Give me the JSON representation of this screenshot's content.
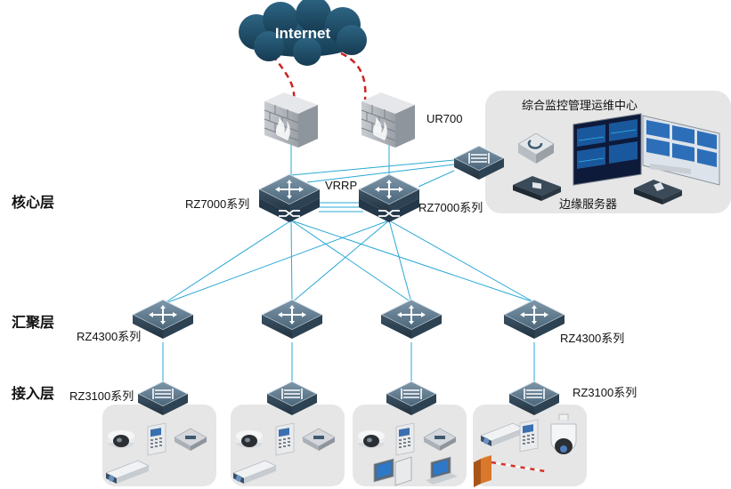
{
  "internet": {
    "label": "Internet"
  },
  "layers": {
    "core": "核心层",
    "aggregation": "汇聚层",
    "access": "接入层"
  },
  "firewall": {
    "model": "UR700"
  },
  "core": {
    "protocol": "VRRP",
    "left_switch": "RZ7000系列",
    "right_switch": "RZ7000系列"
  },
  "aggregation": {
    "left_label": "RZ4300系列",
    "right_label": "RZ4300系列"
  },
  "access": {
    "left_label": "RZ3100系列",
    "right_label": "RZ3100系列"
  },
  "monitoring_center": {
    "title": "综合监控管理运维中心",
    "edge_server": "边缘服务器"
  },
  "colors": {
    "cloud": "#1f4f6b",
    "internet_link": "#cc2222",
    "lan_link": "#2aa8d6",
    "panel": "#e6e6e6",
    "device": "#3f5a70"
  }
}
